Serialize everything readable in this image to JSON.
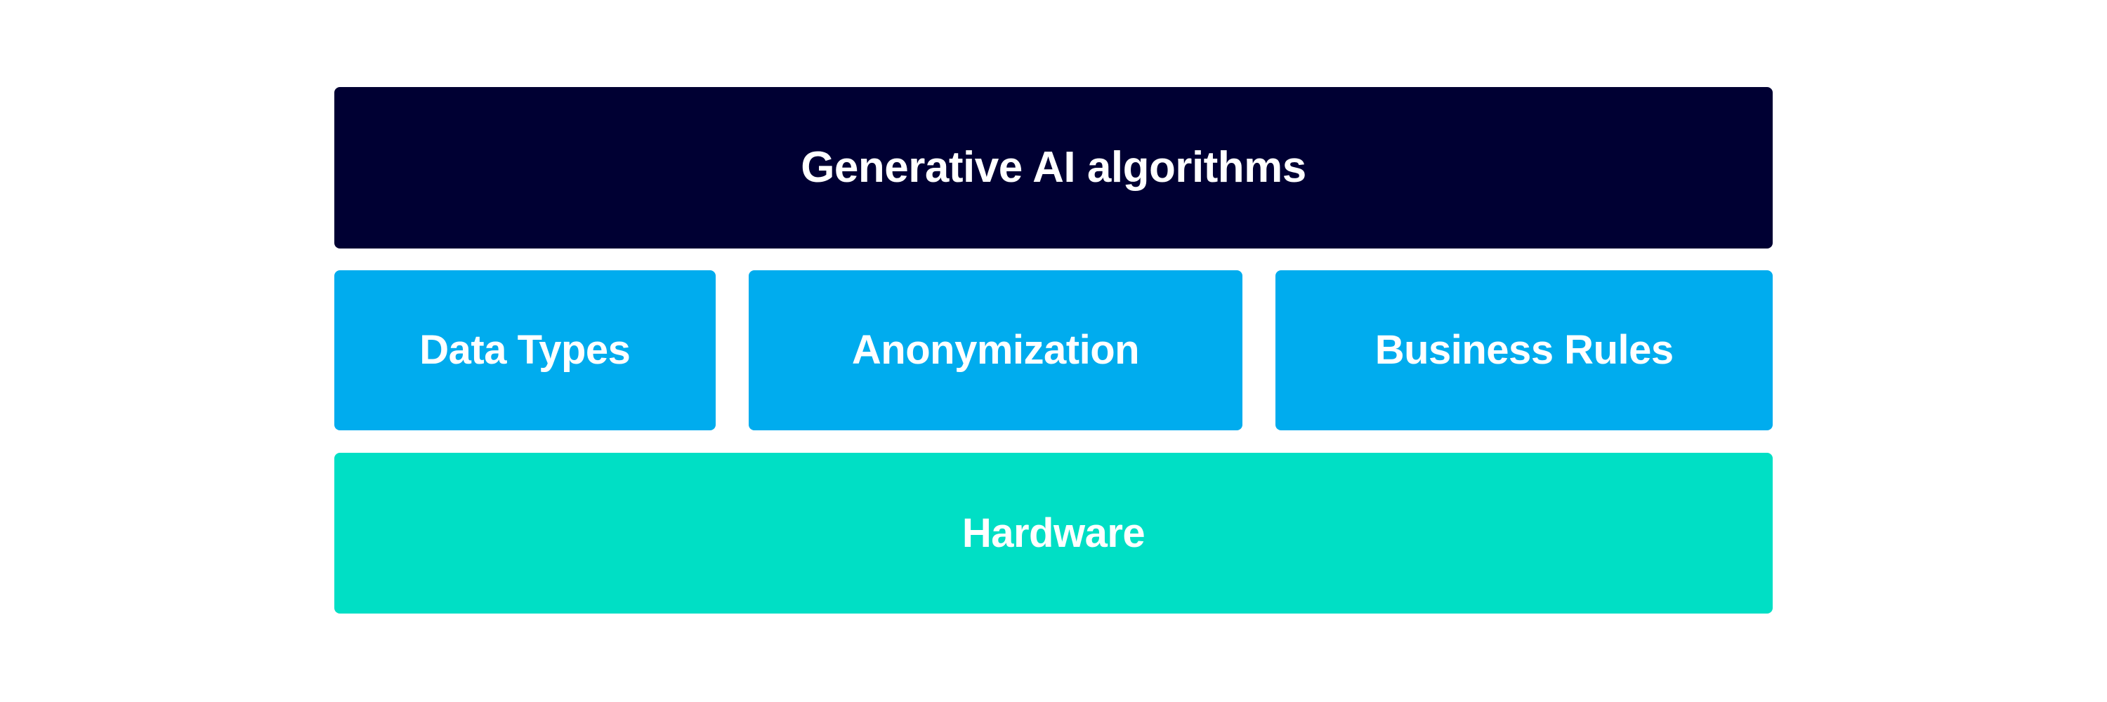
{
  "diagram": {
    "title_layer": {
      "label": "Generative AI algorithms",
      "color": "#000033",
      "text_color": "#ffffff"
    },
    "middle_layers": [
      {
        "label": "Data Types",
        "color": "#00ACEE",
        "text_color": "#ffffff"
      },
      {
        "label": "Anonymization",
        "color": "#00ACEE",
        "text_color": "#ffffff"
      },
      {
        "label": "Business Rules",
        "color": "#00ACEE",
        "text_color": "#ffffff"
      }
    ],
    "base_layer": {
      "label": "Hardware",
      "color": "#00DFC5",
      "text_color": "#ffffff"
    },
    "background_color": "#ffffff"
  }
}
